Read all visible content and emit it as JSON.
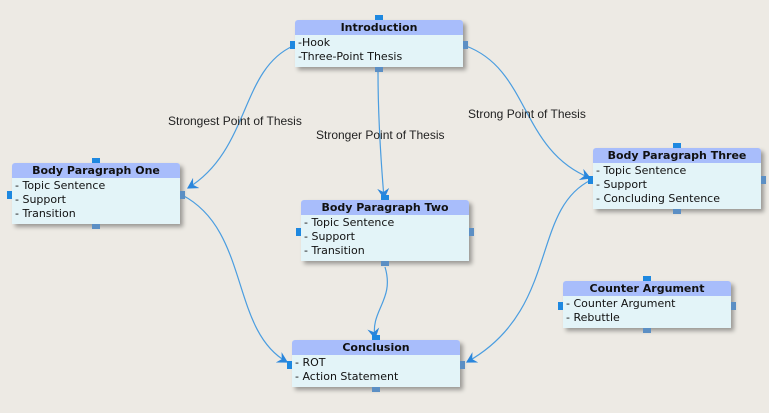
{
  "nodes": {
    "intro": {
      "title": "Introduction",
      "items": [
        "-Hook",
        "-Three-Point Thesis"
      ]
    },
    "bp1": {
      "title": "Body Paragraph One",
      "items": [
        "- Topic Sentence",
        "- Support",
        "- Transition"
      ]
    },
    "bp2": {
      "title": "Body Paragraph Two",
      "items": [
        "- Topic Sentence",
        "- Support",
        "- Transition"
      ]
    },
    "bp3": {
      "title": "Body Paragraph Three",
      "items": [
        "- Topic Sentence",
        "- Support",
        "- Concluding Sentence"
      ]
    },
    "counter": {
      "title": "Counter Argument",
      "items": [
        "- Counter Argument",
        "- Rebuttle"
      ]
    },
    "conclusion": {
      "title": "Conclusion",
      "items": [
        "- ROT",
        "- Action Statement"
      ]
    }
  },
  "edge_labels": {
    "strongest": "Strongest Point of Thesis",
    "stronger": "Stronger Point of Thesis",
    "strong": "Strong Point of Thesis"
  },
  "colors": {
    "edge": "#4a9de0",
    "header": "#a8bdfb",
    "body": "#e3f4f8"
  }
}
